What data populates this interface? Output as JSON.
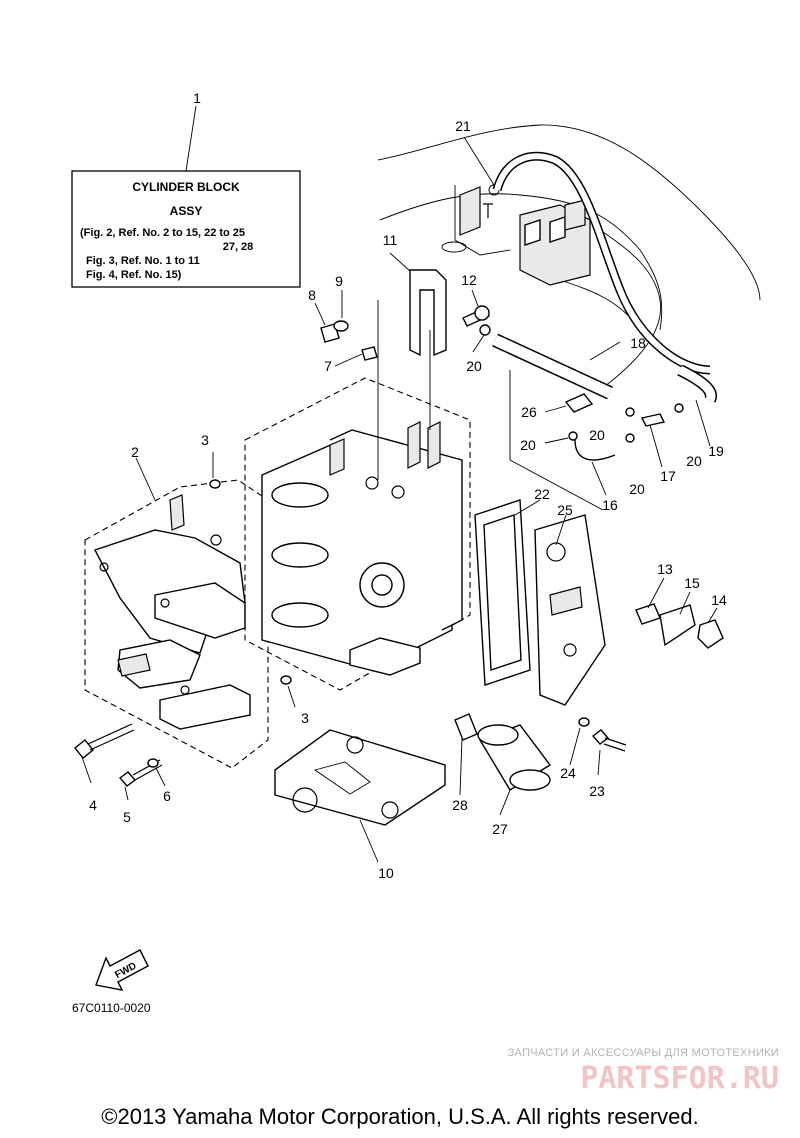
{
  "info_box": {
    "title": "CYLINDER BLOCK",
    "subtitle": "ASSY",
    "line1": "(Fig. 2, Ref. No. 2 to 15, 22 to 25",
    "line2": "27, 28",
    "line3": "Fig. 3, Ref. No. 1 to 11",
    "line4": "Fig. 4, Ref. No. 15)"
  },
  "callouts": {
    "c1": "1",
    "c2": "2",
    "c3a": "3",
    "c3b": "3",
    "c4": "4",
    "c5": "5",
    "c6": "6",
    "c7": "7",
    "c8": "8",
    "c9": "9",
    "c10": "10",
    "c11": "11",
    "c12": "12",
    "c13": "13",
    "c14": "14",
    "c15": "15",
    "c16": "16",
    "c17": "17",
    "c18": "18",
    "c19": "19",
    "c20a": "20",
    "c20b": "20",
    "c20c": "20",
    "c20d": "20",
    "c20e": "20",
    "c21": "21",
    "c22": "22",
    "c23": "23",
    "c24": "24",
    "c25": "25",
    "c26": "26",
    "c27": "27",
    "c28": "28"
  },
  "fwd_label": "FWD",
  "part_code": "67C0110-0020",
  "watermark": {
    "tagline": "ЗАПЧАСТИ И АКСЕССУАРЫ ДЛЯ МОТОТЕХНИКИ",
    "brand": "PARTSFOR.RU"
  },
  "copyright": "©2013 Yamaha Motor Corporation, U.S.A. All rights reserved."
}
